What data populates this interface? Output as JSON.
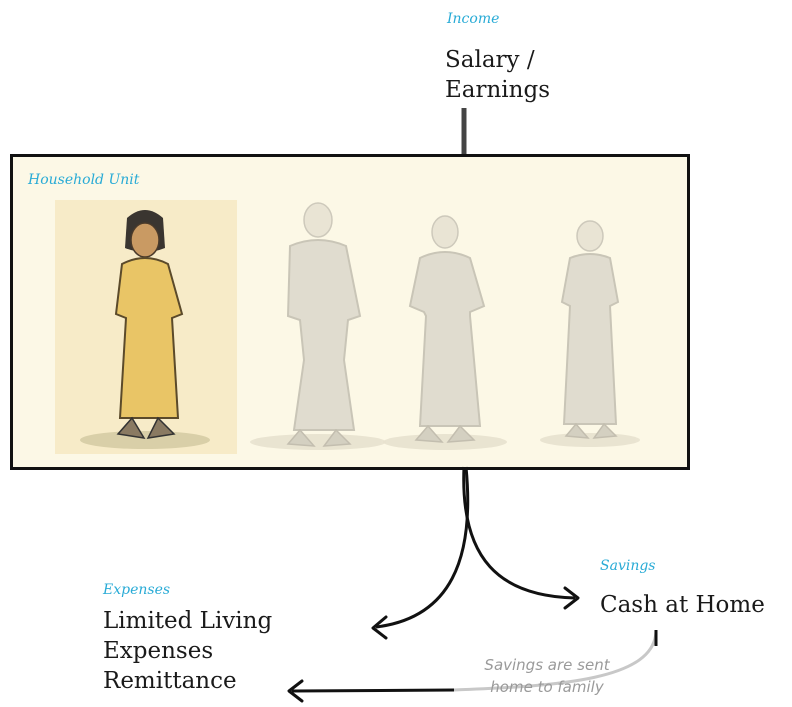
{
  "income": {
    "category": "Income",
    "line1": "Salary /",
    "line2": "Earnings"
  },
  "household": {
    "category": "Household Unit",
    "members": [
      {
        "name": "woman-figure",
        "highlighted": true
      },
      {
        "name": "man-figure-1",
        "highlighted": false
      },
      {
        "name": "woman-figure-2",
        "highlighted": false
      },
      {
        "name": "boy-figure",
        "highlighted": false
      }
    ]
  },
  "savings": {
    "category": "Savings",
    "label": "Cash at Home"
  },
  "expenses": {
    "category": "Expenses",
    "line1": "Limited Living",
    "line2": "Expenses",
    "line3": "Remittance"
  },
  "note": {
    "line1": "Savings are sent",
    "line2": "home to family"
  },
  "colors": {
    "category_text": "#29abd6",
    "box_fill": "#fcf8e6",
    "highlight_figure": "#e9c566",
    "faded_figure": "#d7d4c9",
    "remittance_arrow": "#c8c8c8"
  }
}
